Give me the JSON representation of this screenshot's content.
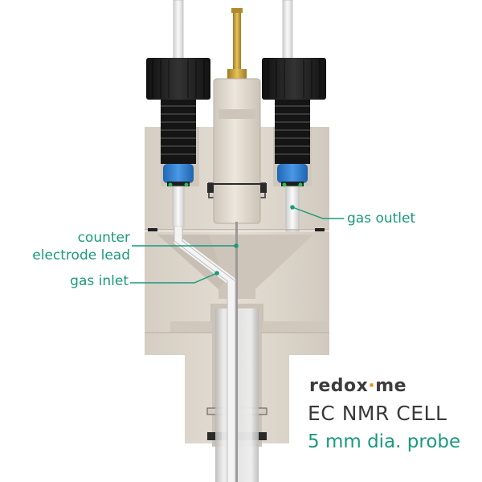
{
  "colors": {
    "accent": "#1a9a7c",
    "brand_text": "#3c3c3c",
    "brand_dot": "#e8901f",
    "title_text": "#3a3a3a",
    "body_material": "#dcd5cb",
    "body_shadow": "#c7bfb3",
    "cap_black": "#1c1c1c",
    "seal_blue": "#2d7fd3",
    "wire_white": "#eaeaea",
    "pin_gold": "#c9a23a"
  },
  "callouts": {
    "gas_outlet": "gas outlet",
    "counter_line1": "counter",
    "counter_line2": "electrode lead",
    "gas_inlet": "gas inlet"
  },
  "branding": {
    "logo_before": "redox",
    "logo_dot": "·",
    "logo_after": "me",
    "title": "EC NMR CELL",
    "subtitle": "5 mm dia. probe"
  }
}
